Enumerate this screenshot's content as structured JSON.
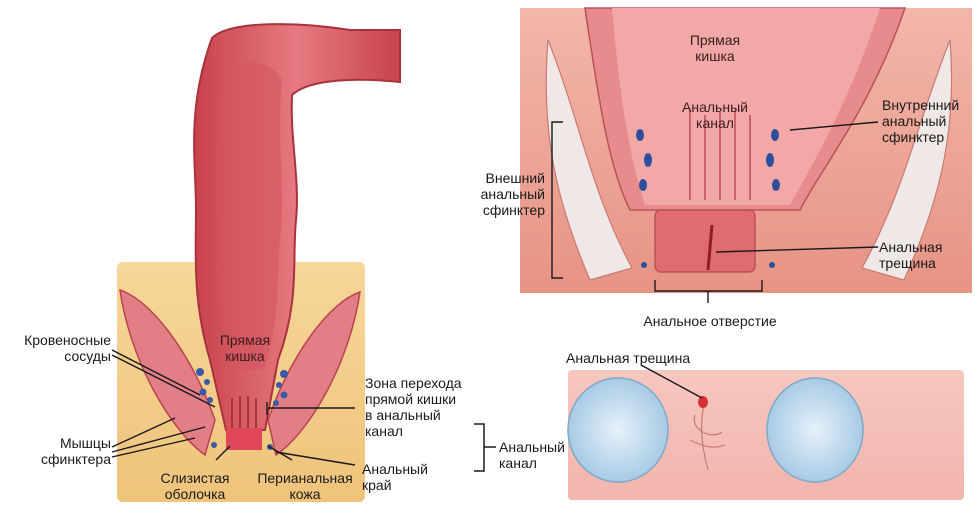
{
  "left_panel": {
    "rectum_label": "Прямая\nкишка",
    "blood_vessels_label": "Кровеносные\nсосуды",
    "sphincter_muscles_label": "Мышцы\nсфинктера",
    "mucosa_label": "Слизистая\nоболочка",
    "perianal_skin_label": "Перианальная\nкожа",
    "transition_zone_label": "Зона перехода\nпрямой кишки\nв анальный\nканал",
    "anal_verge_label": "Анальный\nкрай",
    "anal_canal_label": "Анальный\nканал"
  },
  "top_right_panel": {
    "rectum_label": "Прямая\nкишка",
    "anal_canal_label": "Анальный\nканал",
    "internal_sphincter_label": "Внутренний\nанальный\nсфинктер",
    "external_sphincter_label": "Внешний\nанальный\nсфинктер",
    "anal_fissure_label": "Анальная\nтрещина",
    "anal_opening_label": "Анальное отверстие"
  },
  "bottom_right_panel": {
    "anal_fissure_label": "Анальная трещина"
  }
}
